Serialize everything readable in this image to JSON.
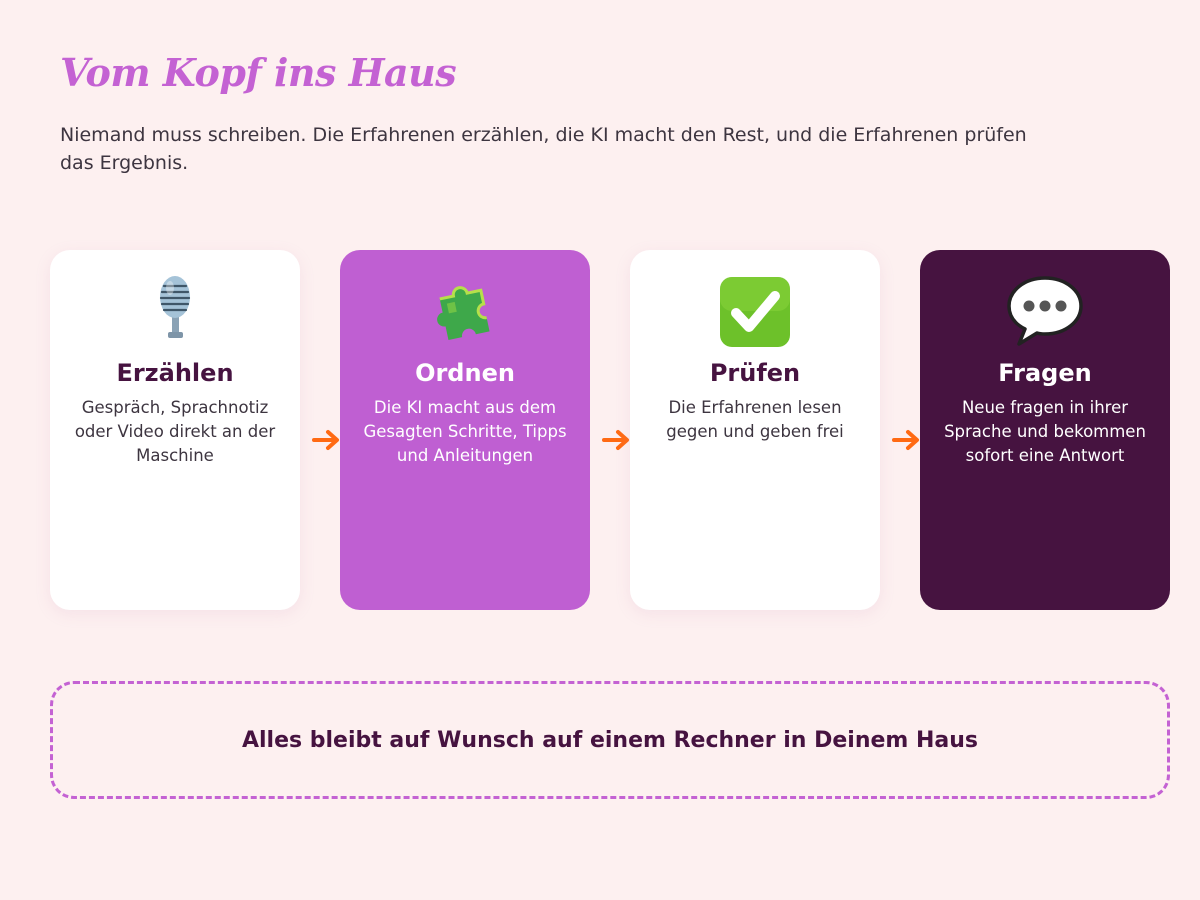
{
  "header": {
    "title": "Vom Kopf ins Haus",
    "subtitle": "Niemand muss schreiben. Die Erfahrenen erzählen, die KI macht den Rest, und die Erfahrenen prüfen das Ergebnis."
  },
  "steps": [
    {
      "icon": "microphone-icon",
      "title": "Erzählen",
      "text": "Gespräch, Sprachnotiz oder Video direkt an der Maschine"
    },
    {
      "icon": "puzzle-piece-icon",
      "title": "Ordnen",
      "text": "Die KI macht aus dem Gesagten Schritte, Tipps und Anleitungen"
    },
    {
      "icon": "check-mark-icon",
      "title": "Prüfen",
      "text": "Die Erfahrenen lesen gegen und geben frei"
    },
    {
      "icon": "speech-bubble-icon",
      "title": "Fragen",
      "text": "Neue fragen in ihrer Sprache und bekommen sofort eine Antwort"
    }
  ],
  "footer": {
    "text": "Alles bleibt auf Wunsch auf einem Rechner in Deinem Haus"
  },
  "colors": {
    "background": "#fdf0f0",
    "accent": "#c462d3",
    "dark": "#461340",
    "arrow": "#ff6a13"
  }
}
